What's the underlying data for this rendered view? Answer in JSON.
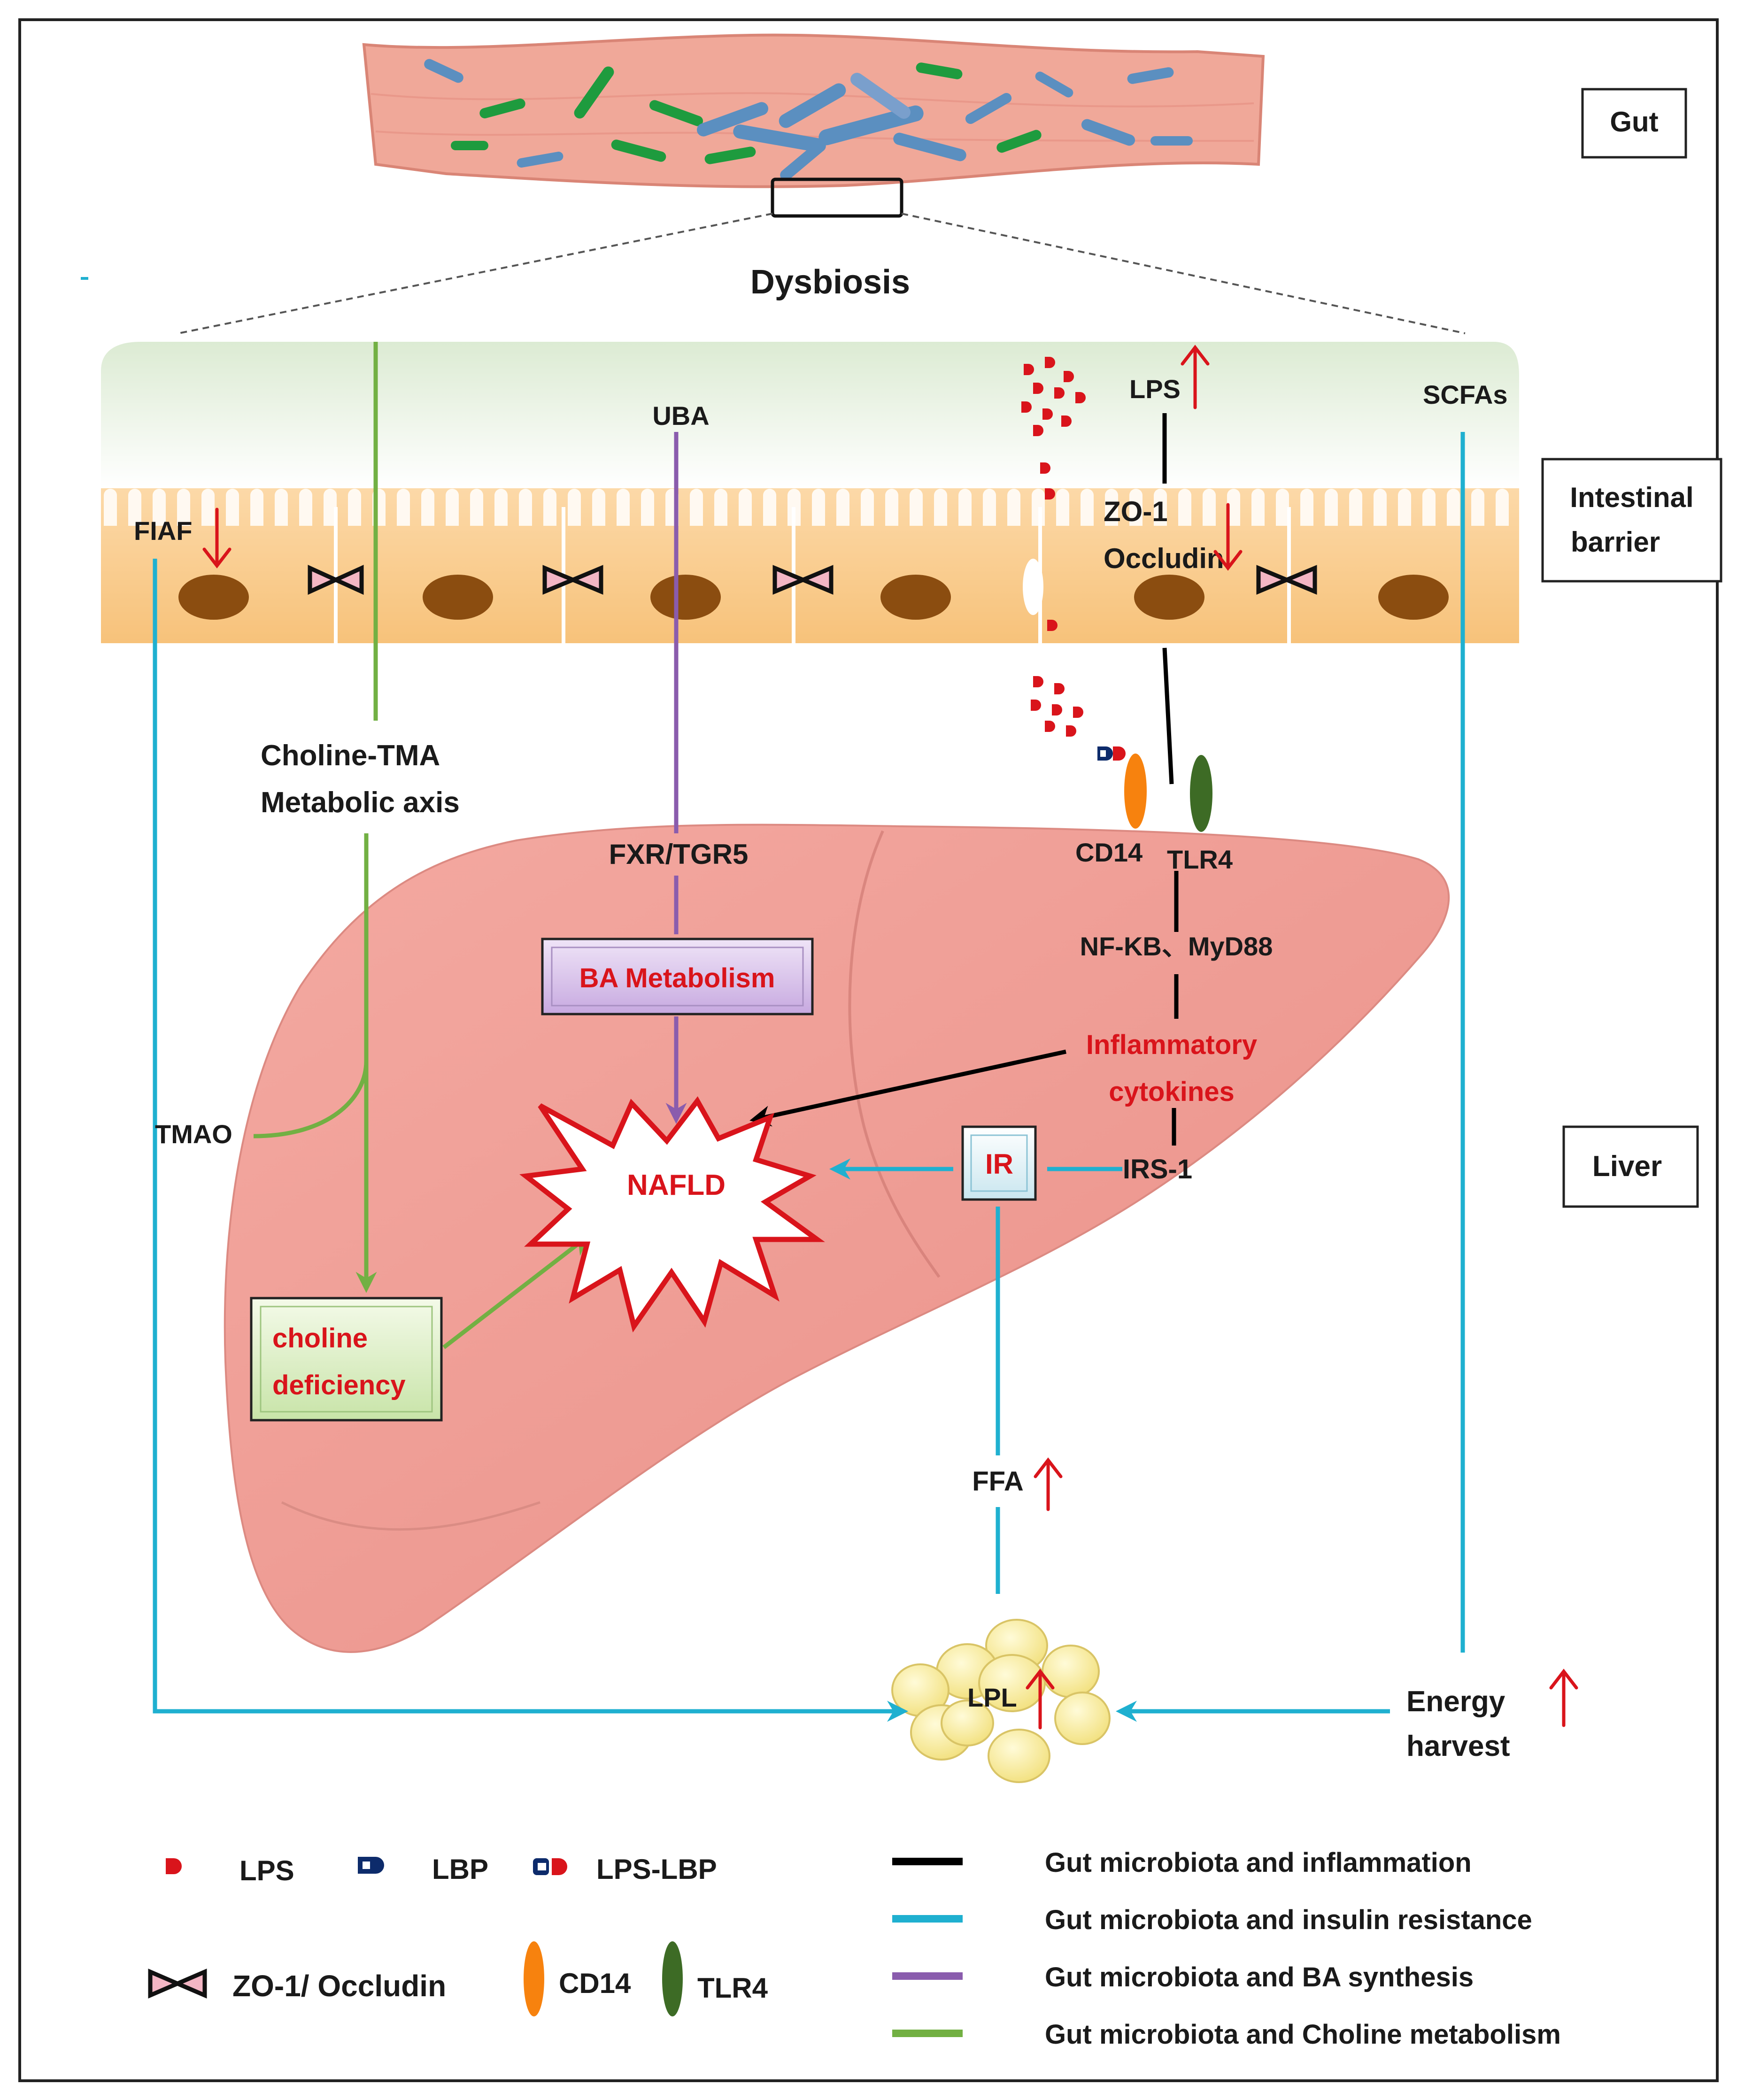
{
  "regions": {
    "gut": "Gut",
    "barrier_line1": "Intestinal",
    "barrier_line2": "barrier",
    "liver": "Liver"
  },
  "labels": {
    "dysbiosis": "Dysbiosis",
    "fiaf": "FIAF",
    "uba": "UBA",
    "lps": "LPS",
    "scfas": "SCFAs",
    "zo1": "ZO-1",
    "occludin": "Occludin",
    "choline_tma_1": "Choline-TMA",
    "choline_tma_2": "Metabolic axis",
    "fxr_tgr5": "FXR/TGR5",
    "cd14": "CD14",
    "tlr4": "TLR4",
    "nfkb": "NF-KB、MyD88",
    "ba_metabolism": "BA Metabolism",
    "inflam_1": "Inflammatory",
    "inflam_2": "cytokines",
    "tmao": "TMAO",
    "nafld": "NAFLD",
    "ir": "IR",
    "irs1": "IRS-1",
    "choline_def_1": "choline",
    "choline_def_2": "deficiency",
    "ffa": "FFA",
    "lpl": "LPL",
    "energy_1": "Energy",
    "energy_2": "harvest"
  },
  "legend": {
    "symbols": {
      "lps": "LPS",
      "lbp": "LBP",
      "lps_lbp": "LPS-LBP",
      "zo1_occludin": "ZO-1/ Occludin",
      "cd14": "CD14",
      "tlr4": "TLR4"
    },
    "lines": [
      {
        "label": "Gut microbiota and inflammation",
        "color": "#000000"
      },
      {
        "label": "Gut microbiota and insulin resistance",
        "color": "#1fb0d0"
      },
      {
        "label": "Gut microbiota and BA synthesis",
        "color": "#8a5cad"
      },
      {
        "label": "Gut microbiota and Choline metabolism",
        "color": "#72b043"
      }
    ]
  },
  "colors": {
    "inflammation": "#000000",
    "insulin": "#1fb0d0",
    "ba": "#8a5cad",
    "choline": "#72b043",
    "up_down_arrow": "#d9141b",
    "liver": "#f2a49c",
    "barrier": "#fbd6a0",
    "nucleus": "#8b4d10",
    "cd14": "#f7820e",
    "tlr4": "#3d6b25"
  }
}
